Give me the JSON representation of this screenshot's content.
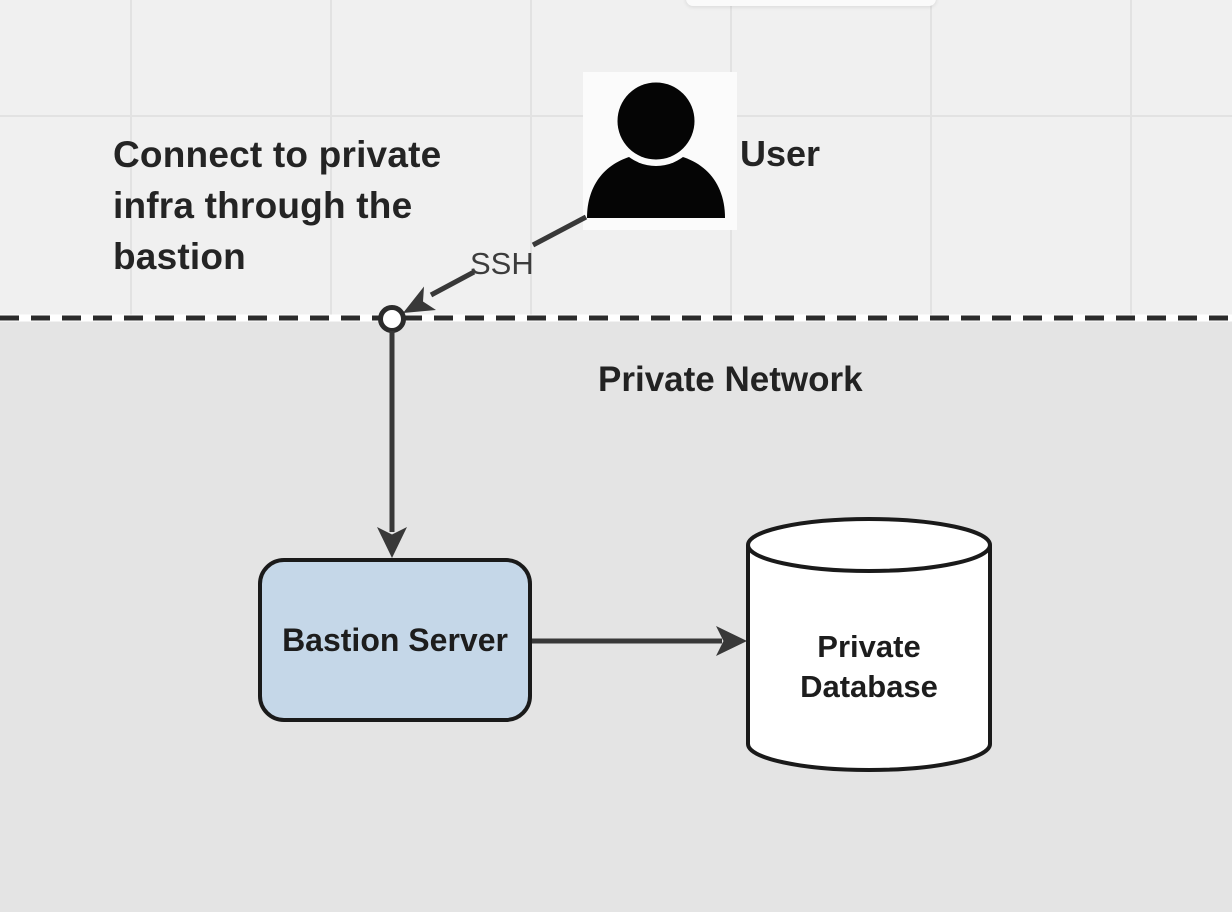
{
  "diagram": {
    "title": "Connect to private infra through the bastion",
    "zones": {
      "private_network": {
        "label": "Private Network"
      }
    },
    "nodes": {
      "user": {
        "label": "User",
        "icon": "person-icon"
      },
      "bastion": {
        "label": "Bastion Server"
      },
      "database": {
        "label": "Private Database",
        "shape": "cylinder"
      }
    },
    "edges": {
      "user_to_boundary": {
        "label": "SSH"
      }
    },
    "colors": {
      "outer_zone_background": "#f0f0f0",
      "network_zone_background": "#e4e4e4",
      "grid_line": "#e2e2e2",
      "connector_stroke": "#383838",
      "boundary_dash": "#2b2b2b",
      "shape_border": "#1a1a1a",
      "bastion_fill": "#c5d7e8",
      "database_fill": "#ffffff",
      "person_icon": "#000000",
      "user_square": "#fbfbfb"
    }
  }
}
